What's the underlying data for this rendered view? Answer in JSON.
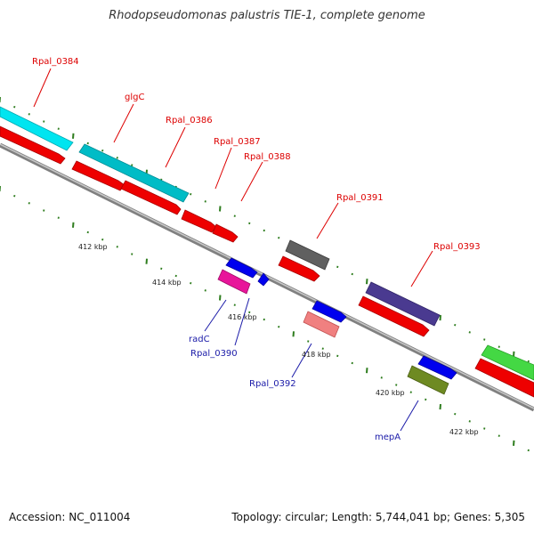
{
  "title": "Rhodopseudomonas palustris TIE-1, complete genome",
  "footer": {
    "accession": "Accession: NC_011004",
    "info": "Topology: circular; Length: 5,744,041 bp; Genes: 5,305"
  },
  "colors": {
    "backbone": "#888888",
    "tick": "#2e7d1e",
    "label_top": "#dd0000",
    "label_bottom": "#1a1aa8"
  },
  "scale_labels": [
    "412 kbp",
    "414 kbp",
    "416 kbp",
    "418 kbp",
    "420 kbp",
    "422 kbp"
  ],
  "genes": [
    {
      "id": "Rpal_0384",
      "label": "Rpal_0384",
      "color": "#00e5f0"
    },
    {
      "id": "glgC",
      "label": "glgC",
      "color": "#00c0c8"
    },
    {
      "id": "Rpal_0386",
      "label": "Rpal_0386",
      "color": "#ee0000"
    },
    {
      "id": "Rpal_0387",
      "label": "Rpal_0387",
      "color": "#ee0000"
    },
    {
      "id": "Rpal_0388",
      "label": "Rpal_0388",
      "color": "#ee0000"
    },
    {
      "id": "Rpal_0391",
      "label": "Rpal_0391",
      "color": "#606060"
    },
    {
      "id": "Rpal_0393",
      "label": "Rpal_0393",
      "color": "#4a3a90"
    },
    {
      "id": "radC",
      "label": "radC",
      "color": "#e8159a"
    },
    {
      "id": "Rpal_0390",
      "label": "Rpal_0390",
      "color": "#0000ee"
    },
    {
      "id": "Rpal_0392",
      "label": "Rpal_0392",
      "color": "#f08080"
    },
    {
      "id": "mepA",
      "label": "mepA",
      "color": "#6e8a22"
    }
  ]
}
